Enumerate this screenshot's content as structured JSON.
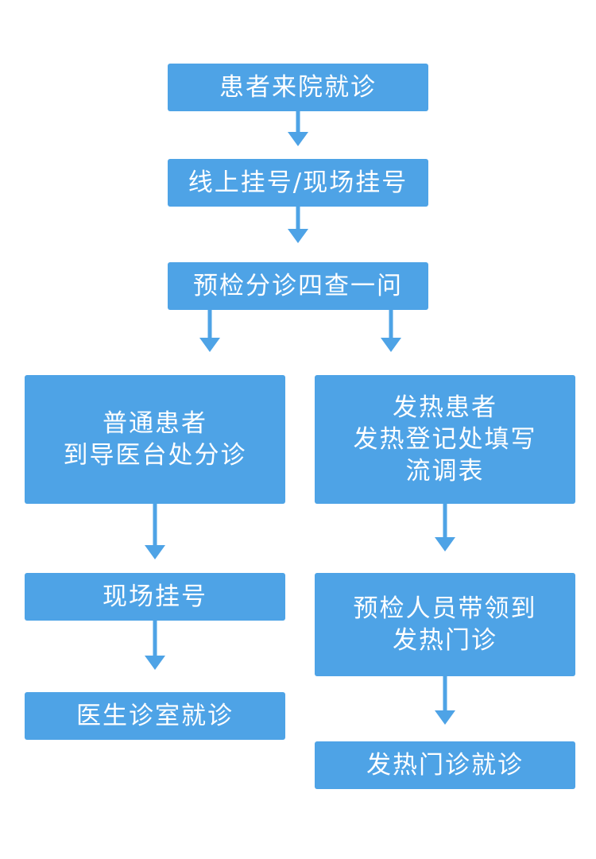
{
  "flowchart": {
    "step1": "患者来院就诊",
    "step2": "线上挂号/现场挂号",
    "step3": "预检分诊四查一问",
    "left": {
      "box1_line1": "普通患者",
      "box1_line2": "到导医台处分诊",
      "box2": "现场挂号",
      "box3": "医生诊室就诊"
    },
    "right": {
      "box1_line1": "发热患者",
      "box1_line2": "发热登记处填写",
      "box1_line3": "流调表",
      "box2_line1": "预检人员带领到",
      "box2_line2": "发热门诊",
      "box3": "发热门诊就诊"
    }
  },
  "colors": {
    "box": "#4ea3e6",
    "arrow": "#4ea3e6",
    "text": "#ffffff"
  }
}
